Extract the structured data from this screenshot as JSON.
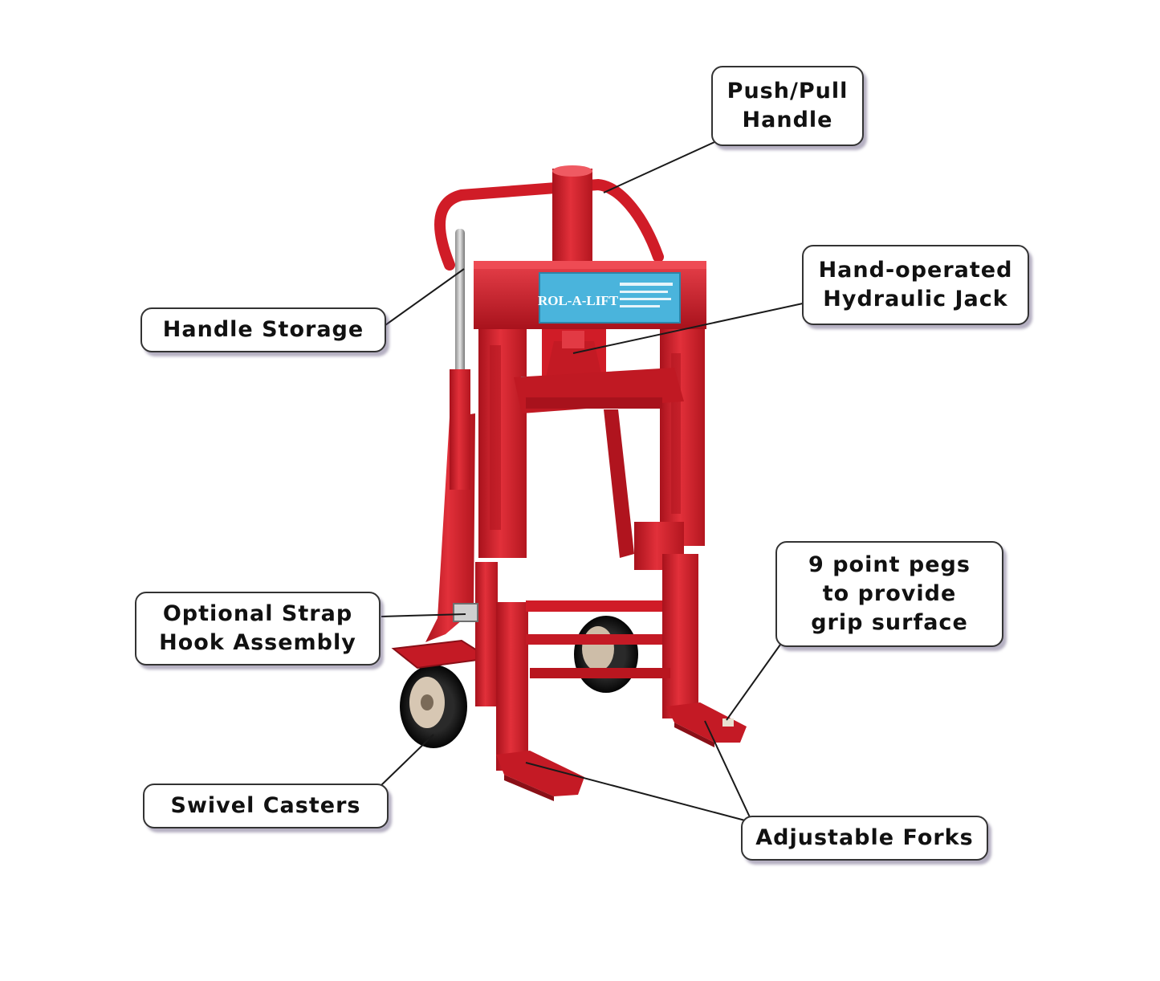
{
  "product": {
    "logo_text": "ROL-A-LIFT",
    "frame_color": "#d61e2a",
    "frame_shadow": "#9c1018",
    "label_plate_color": "#4ab4dc"
  },
  "callouts": {
    "push_pull_handle": {
      "line1": "Push/Pull",
      "line2": "Handle"
    },
    "hydraulic_jack": {
      "line1": "Hand-operated",
      "line2": "Hydraulic Jack"
    },
    "handle_storage": {
      "line1": "Handle Storage"
    },
    "strap_hook": {
      "line1": "Optional Strap",
      "line2": "Hook Assembly"
    },
    "grip_pegs": {
      "line1": "9 point pegs",
      "line2": "to provide",
      "line3": "grip surface"
    },
    "swivel_casters": {
      "line1": "Swivel Casters"
    },
    "adjustable_forks": {
      "line1": "Adjustable Forks"
    }
  }
}
